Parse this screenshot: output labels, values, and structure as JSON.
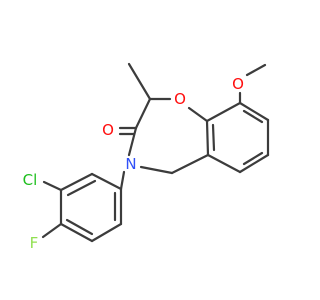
{
  "atoms": {
    "o_carbonyl": {
      "label": "O",
      "color": "#ff0d0d"
    },
    "o_ring": {
      "label": "O",
      "color": "#ff0d0d"
    },
    "o_methoxy": {
      "label": "O",
      "color": "#ff0d0d"
    },
    "n_ring": {
      "label": "N",
      "color": "#3050f8"
    },
    "cl": {
      "label": "Cl",
      "color": "#1fbf1f"
    },
    "f": {
      "label": "F",
      "color": "#90e050"
    }
  },
  "colors": {
    "bond": "#3c3c3c",
    "background": "#ffffff"
  }
}
